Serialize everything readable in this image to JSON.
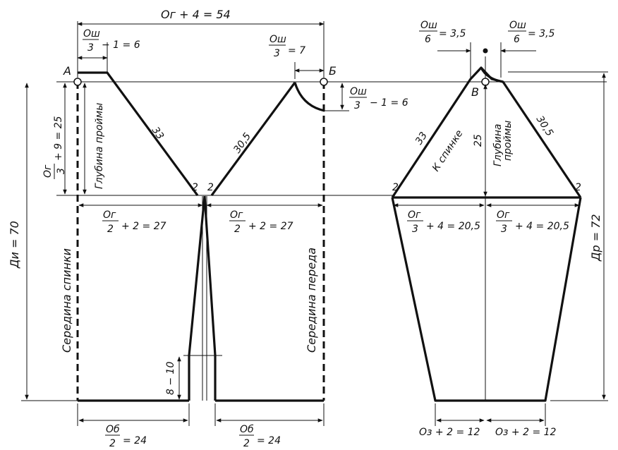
{
  "title_dim": "Ог + 4 = 54",
  "neck_back": {
    "num": "Ош",
    "den": "3",
    "rest": "− 1 = 6"
  },
  "neck_front_w": {
    "num": "Ош",
    "den": "3",
    "rest": "= 7"
  },
  "neck_front_d": {
    "num": "Ош",
    "den": "3",
    "rest": "− 1 = 6"
  },
  "armhole_depth": {
    "num": "Ог",
    "den": "3",
    "rest": "+ 9 = 25"
  },
  "points": {
    "a": "А",
    "b": "Б",
    "v": "В"
  },
  "side_len": {
    "back": "33",
    "front": "30,5"
  },
  "gap_marks": {
    "left": "2",
    "right": "2"
  },
  "chest_back": {
    "num": "Ог",
    "den": "2",
    "rest": "+ 2 = 27"
  },
  "chest_front": {
    "num": "Ог",
    "den": "2",
    "rest": "+ 2 = 27"
  },
  "product_len": "Ди = 70",
  "hem_back": {
    "num": "Об",
    "den": "2",
    "rest": "= 24"
  },
  "hem_front": {
    "num": "Об",
    "den": "2",
    "rest": "= 24"
  },
  "slit": "8 − 10",
  "mid_back": "Середина спинки",
  "mid_front": "Середина переда",
  "armhole_label": "Глубина проймы",
  "sleeve": {
    "top_left": {
      "num": "Ош",
      "den": "6",
      "rest": "= 3,5"
    },
    "top_right": {
      "num": "Ош",
      "den": "6",
      "rest": "= 3,5"
    },
    "len_back": "33",
    "to_back": "К спинке",
    "len_front": "30,5",
    "height": "25",
    "armhole_l1": "Глубина",
    "armhole_l2": "проймы",
    "gap_left": "2",
    "gap_right": "2",
    "width_left": {
      "num": "Ог",
      "den": "3",
      "rest": "+ 4 = 20,5"
    },
    "width_right": {
      "num": "Ог",
      "den": "3",
      "rest": "+ 4 = 20,5"
    },
    "length": "Др = 72",
    "cuff_left": "Оз + 2 = 12",
    "cuff_right": "Оз + 2 = 12"
  }
}
